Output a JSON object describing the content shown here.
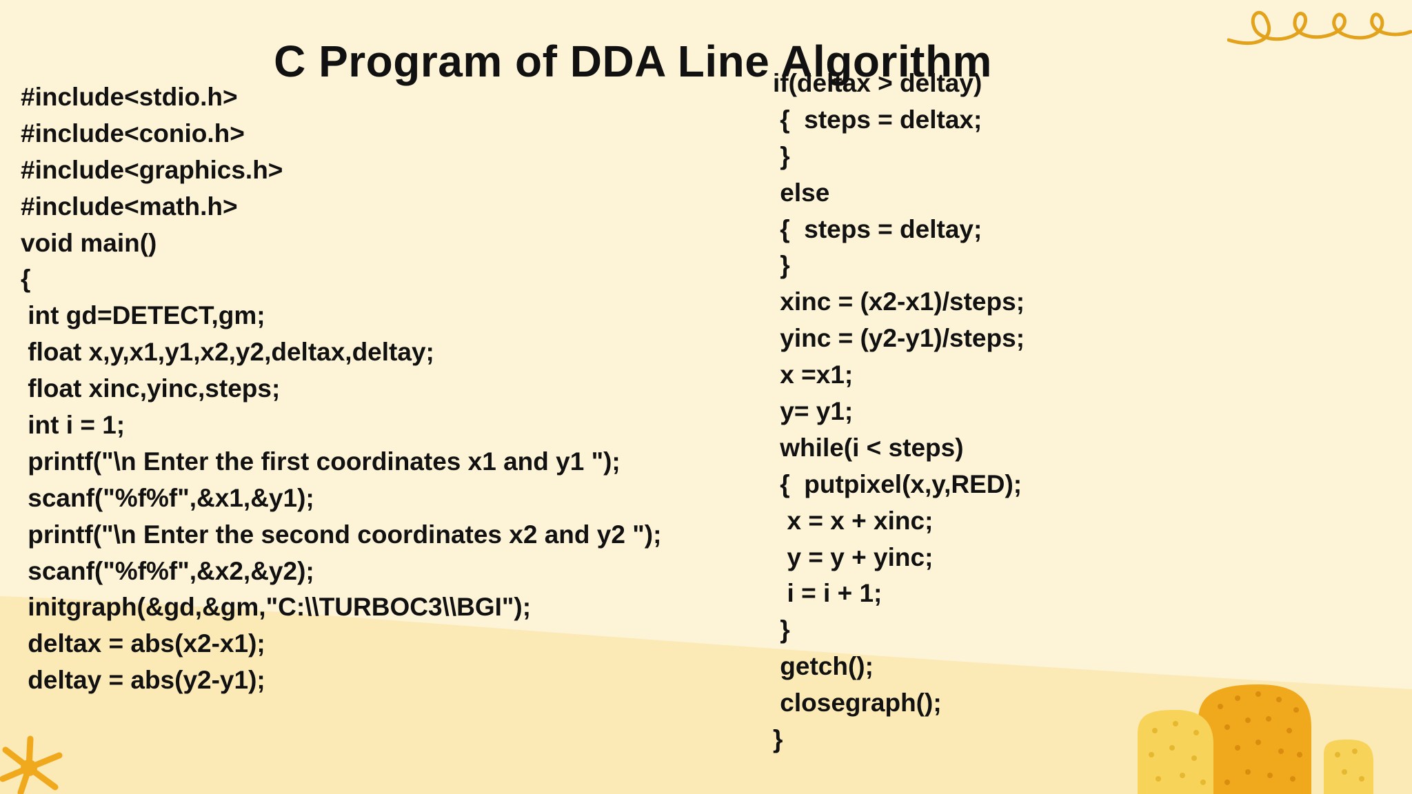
{
  "title": "C Program of DDA Line Algorithm",
  "code_left": [
    "#include<stdio.h>",
    "#include<conio.h>",
    "#include<graphics.h>",
    "#include<math.h>",
    "void main()",
    "{",
    " int gd=DETECT,gm;",
    " float x,y,x1,y1,x2,y2,deltax,deltay;",
    " float xinc,yinc,steps;",
    " int i = 1;",
    " printf(\"\\n Enter the first coordinates x1 and y1 \");",
    " scanf(\"%f%f\",&x1,&y1);",
    " printf(\"\\n Enter the second coordinates x2 and y2 \");",
    " scanf(\"%f%f\",&x2,&y2);",
    " initgraph(&gd,&gm,\"C:\\\\TURBOC3\\\\BGI\");",
    " deltax = abs(x2-x1);",
    " deltay = abs(y2-y1);"
  ],
  "code_right": [
    "if(deltax > deltay)",
    " {  steps = deltax;",
    " }",
    " else",
    " {  steps = deltay;",
    " }",
    " xinc = (x2-x1)/steps;",
    " yinc = (y2-y1)/steps;",
    " x =x1;",
    " y= y1;",
    " while(i < steps)",
    " {  putpixel(x,y,RED);",
    "  x = x + xinc;",
    "  y = y + yinc;",
    "  i = i + 1;",
    " }",
    " getch();",
    " closegraph();",
    "}"
  ],
  "colors": {
    "background": "#fdf3d7",
    "wave": "#fbe9b6",
    "accent_orange": "#f0a91c",
    "accent_yellow": "#f7d35a",
    "text": "#111111"
  },
  "decorations": [
    "squiggle-doodle",
    "star-burst",
    "dotted-bushes"
  ]
}
